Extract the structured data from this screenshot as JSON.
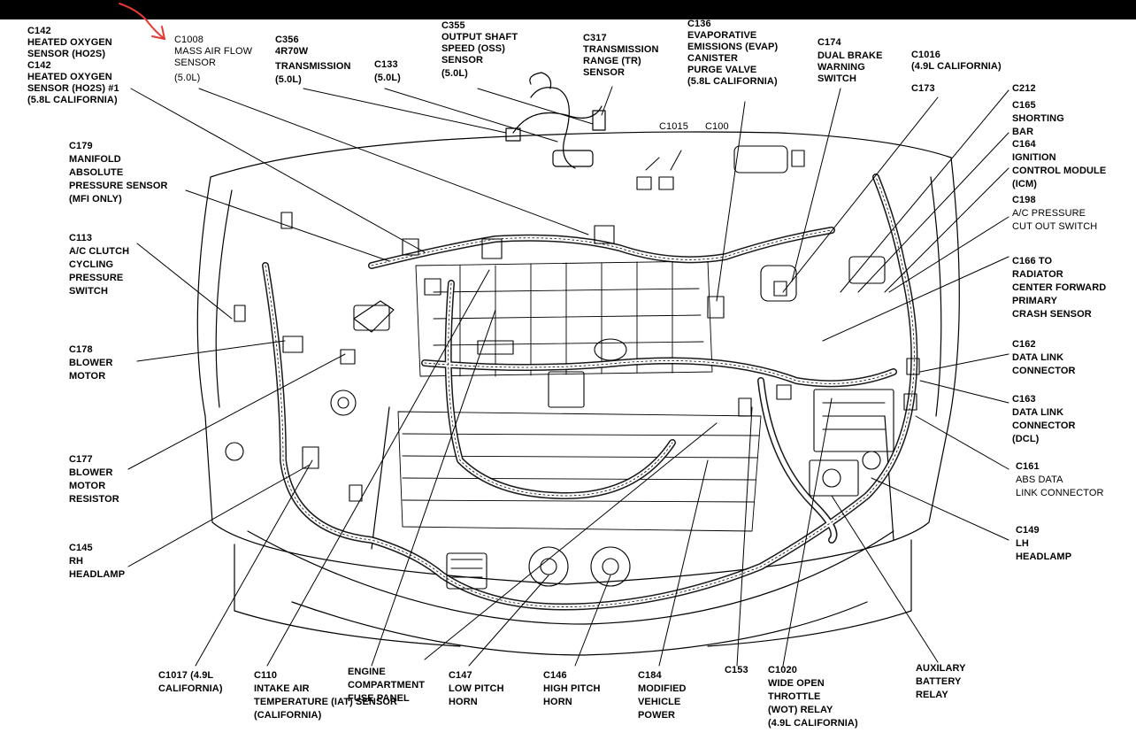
{
  "colors": {
    "background": "#ffffff",
    "ink": "#000000",
    "annotation": "#e53935",
    "topbar": "#000000"
  },
  "annotation": {
    "icon": "red-arrow-icon"
  },
  "labels": {
    "c142a": [
      "C142",
      "HEATED OXYGEN",
      "SENSOR (HO2S)"
    ],
    "c142b": [
      "C142",
      "HEATED OXYGEN",
      "SENSOR (HO2S) #1",
      "(5.8L CALIFORNIA)"
    ],
    "c1008": [
      "C1008",
      "MASS AIR FLOW",
      "SENSOR",
      "(5.0L)"
    ],
    "c356": [
      "C356",
      "4R70W",
      "TRANSMISSION",
      "(5.0L)"
    ],
    "c133": [
      "C133",
      "(5.0L)"
    ],
    "c355": [
      "C355",
      "OUTPUT SHAFT",
      "SPEED (OSS)",
      "SENSOR",
      "(5.0L)"
    ],
    "c317": [
      "C317",
      "TRANSMISSION",
      "RANGE (TR)",
      "SENSOR"
    ],
    "c136": [
      "C136",
      "EVAPORATIVE",
      "EMISSIONS (EVAP)",
      "CANISTER",
      "PURGE VALVE",
      "(5.8L CALIFORNIA)"
    ],
    "c174": [
      "C174",
      "DUAL BRAKE",
      "WARNING",
      "SWITCH"
    ],
    "c1016": [
      "C1016",
      "(4.9L CALIFORNIA)"
    ],
    "c173": [
      "C173"
    ],
    "c212": [
      "C212"
    ],
    "c165": [
      "C165",
      "SHORTING",
      "BAR"
    ],
    "c164": [
      "C164",
      "IGNITION",
      "CONTROL MODULE",
      "(ICM)"
    ],
    "c198": [
      "C198",
      "A/C PRESSURE",
      "CUT OUT SWITCH"
    ],
    "c166": [
      "C166 TO",
      "RADIATOR",
      "CENTER FORWARD",
      "PRIMARY",
      "CRASH SENSOR"
    ],
    "c162": [
      "C162",
      "DATA LINK",
      "CONNECTOR"
    ],
    "c163": [
      "C163",
      "DATA LINK",
      "CONNECTOR",
      "(DCL)"
    ],
    "c161": [
      "C161",
      "ABS DATA",
      "LINK CONNECTOR"
    ],
    "c149": [
      "C149",
      "LH",
      "HEADLAMP"
    ],
    "c179": [
      "C179",
      "MANIFOLD",
      "ABSOLUTE",
      "PRESSURE SENSOR",
      "(MFI ONLY)"
    ],
    "c113": [
      "C113",
      "A/C CLUTCH",
      "CYCLING",
      "PRESSURE",
      "SWITCH"
    ],
    "c178": [
      "C178",
      "BLOWER",
      "MOTOR"
    ],
    "c177": [
      "C177",
      "BLOWER",
      "MOTOR",
      "RESISTOR"
    ],
    "c145": [
      "C145",
      "RH",
      "HEADLAMP"
    ],
    "c1015": [
      "C1015"
    ],
    "c100": [
      "C100"
    ],
    "c1017": [
      "C1017 (4.9L",
      "CALIFORNIA)"
    ],
    "c110": [
      "C110",
      "INTAKE AIR",
      "TEMPERATURE (IAT) SENSOR",
      "(CALIFORNIA)"
    ],
    "engine_fuse": [
      "ENGINE",
      "COMPARTMENT",
      "FUSE PANEL"
    ],
    "c147": [
      "C147",
      "LOW PITCH",
      "HORN"
    ],
    "c146": [
      "C146",
      "HIGH PITCH",
      "HORN"
    ],
    "c184": [
      "C184",
      "MODIFIED",
      "VEHICLE",
      "POWER"
    ],
    "c153": [
      "C153"
    ],
    "c1020": [
      "C1020",
      "WIDE OPEN",
      "THROTTLE",
      "(WOT) RELAY",
      "(4.9L CALIFORNIA)"
    ],
    "aux_relay": [
      "AUXILARY",
      "BATTERY",
      "RELAY"
    ]
  }
}
